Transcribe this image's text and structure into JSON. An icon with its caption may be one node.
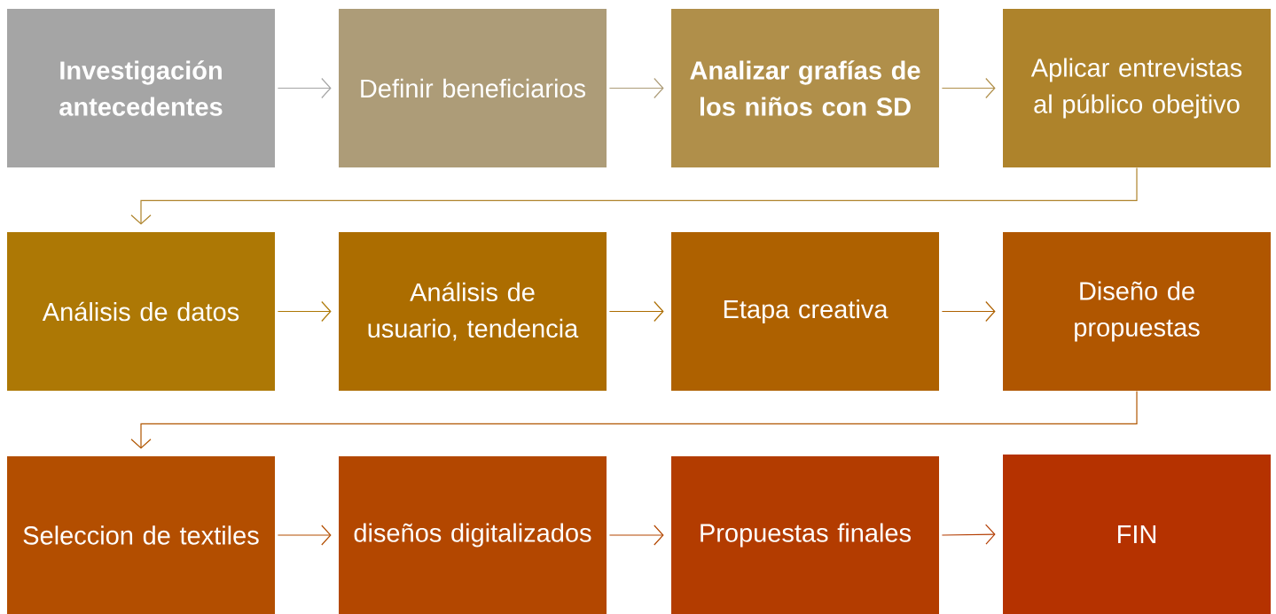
{
  "diagram": {
    "nodes": [
      {
        "text": [
          "Investigación antecedentes"
        ]
      },
      {
        "text": [
          "Definir beneficiarios"
        ]
      },
      {
        "text": [
          "Analizar grafías de los niños con SD"
        ]
      },
      {
        "text": [
          "Aplicar entrevistas al público obejtivo"
        ]
      },
      {
        "text": [
          "Análisis de datos"
        ]
      },
      {
        "text": [
          "Análisis de usuario, tendencia"
        ]
      },
      {
        "text": [
          "Etapa creativa"
        ]
      },
      {
        "text": [
          "Diseño de propuestas"
        ]
      },
      {
        "text": [
          "Seleccion de textiles"
        ]
      },
      {
        "text": [
          "diseños digitalizados"
        ]
      },
      {
        "text": [
          "Propuestas finales"
        ]
      },
      {
        "text": [
          "FIN"
        ]
      }
    ],
    "edges": [
      {
        "from": 0,
        "to": 1,
        "arrow": "to",
        "color": "#a5a5a5"
      },
      {
        "from": 1,
        "to": 2,
        "arrow": "to",
        "color": "#ad9c78"
      },
      {
        "from": 2,
        "to": 3,
        "arrow": "to",
        "color": "#b08f4a"
      },
      {
        "from": 3,
        "to": 4,
        "arrow": "to",
        "color": "#ae832b"
      },
      {
        "from": 4,
        "to": 5,
        "arrow": "to",
        "color": "#ad7805"
      },
      {
        "from": 5,
        "to": 6,
        "arrow": "to",
        "color": "#ac6d00"
      },
      {
        "from": 6,
        "to": 7,
        "arrow": "to",
        "color": "#ae6100"
      },
      {
        "from": 7,
        "to": 8,
        "arrow": "to",
        "color": "#b05600"
      },
      {
        "from": 8,
        "to": 9,
        "arrow": "to",
        "color": "#b34e00"
      },
      {
        "from": 9,
        "to": 10,
        "arrow": "to",
        "color": "#b34700"
      },
      {
        "from": 10,
        "to": 11,
        "arrow": "to",
        "color": "#b33c00"
      }
    ]
  }
}
